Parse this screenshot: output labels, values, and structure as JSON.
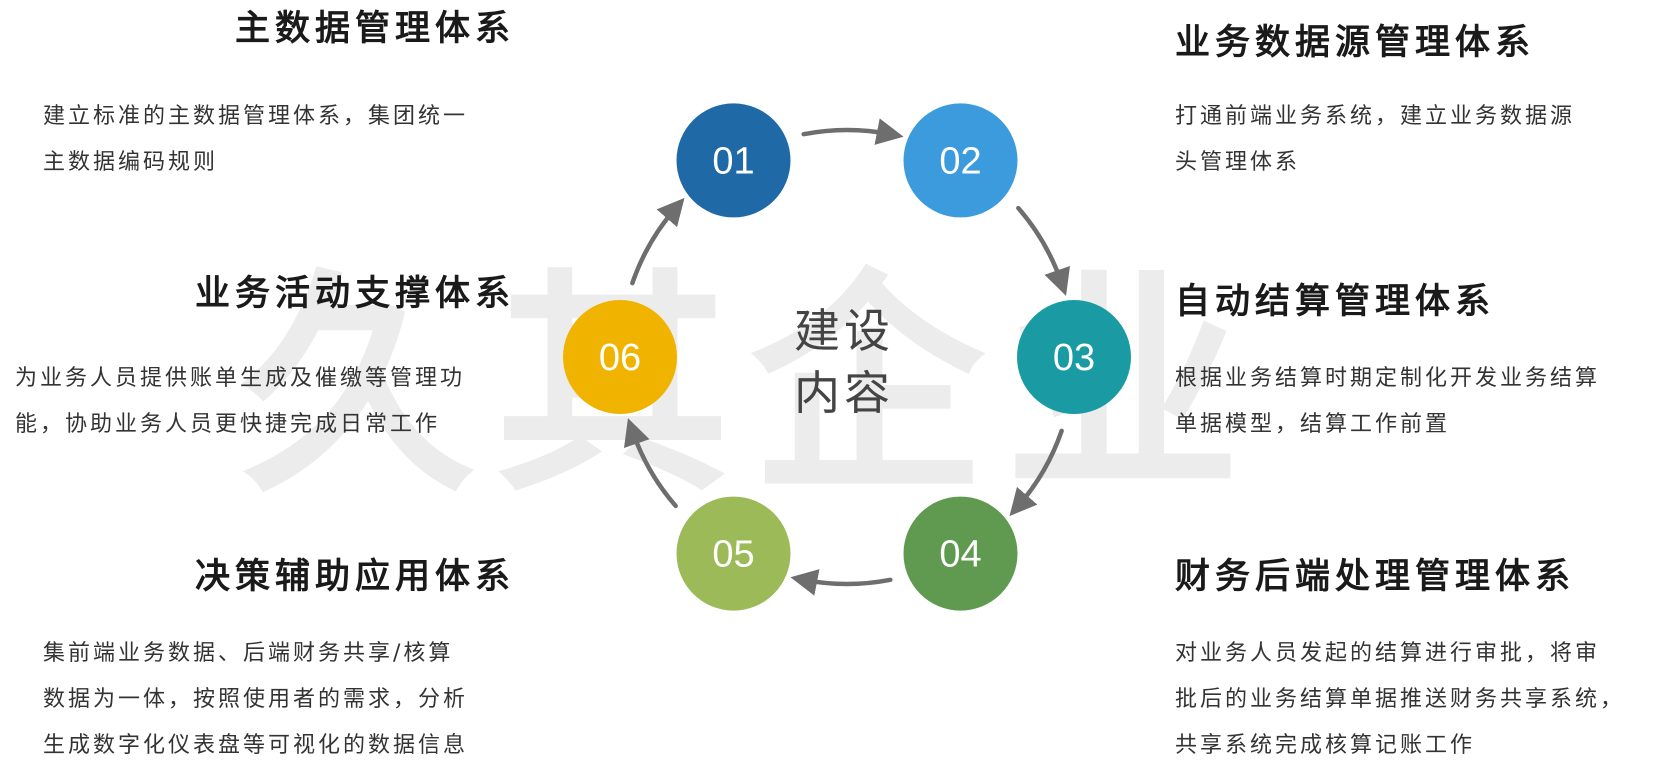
{
  "watermark": "久其企业",
  "center_label": [
    "建设",
    "内容"
  ],
  "colors": {
    "arrow": "#6e6e6e",
    "number_text": "#ffffff"
  },
  "steps": [
    {
      "num": "01",
      "color": "#1f6aa6",
      "title": "主数据管理体系",
      "desc": [
        "建立标准的主数据管理体系，集团统一",
        "主数据编码规则"
      ]
    },
    {
      "num": "02",
      "color": "#3c9bdc",
      "title": "业务数据源管理体系",
      "desc": [
        "打通前端业务系统，建立业务数据源",
        "头管理体系"
      ]
    },
    {
      "num": "03",
      "color": "#1a9ba3",
      "title": "自动结算管理体系",
      "desc": [
        "根据业务结算时期定制化开发业务结算",
        "单据模型，结算工作前置"
      ]
    },
    {
      "num": "04",
      "color": "#5f9a50",
      "title": "财务后端处理管理体系",
      "desc": [
        "对业务人员发起的结算进行审批，将审",
        "批后的业务结算单据推送财务共享系统，",
        "共享系统完成核算记账工作"
      ]
    },
    {
      "num": "05",
      "color": "#9cbb58",
      "title": "决策辅助应用体系",
      "desc": [
        "集前端业务数据、后端财务共享/核算",
        "数据为一体，按照使用者的需求，分析",
        "生成数字化仪表盘等可视化的数据信息"
      ]
    },
    {
      "num": "06",
      "color": "#f0b400",
      "title": "业务活动支撑体系",
      "desc": [
        "为业务人员提供账单生成及催缴等管理功",
        "能，协助业务人员更快捷完成日常工作"
      ]
    }
  ]
}
